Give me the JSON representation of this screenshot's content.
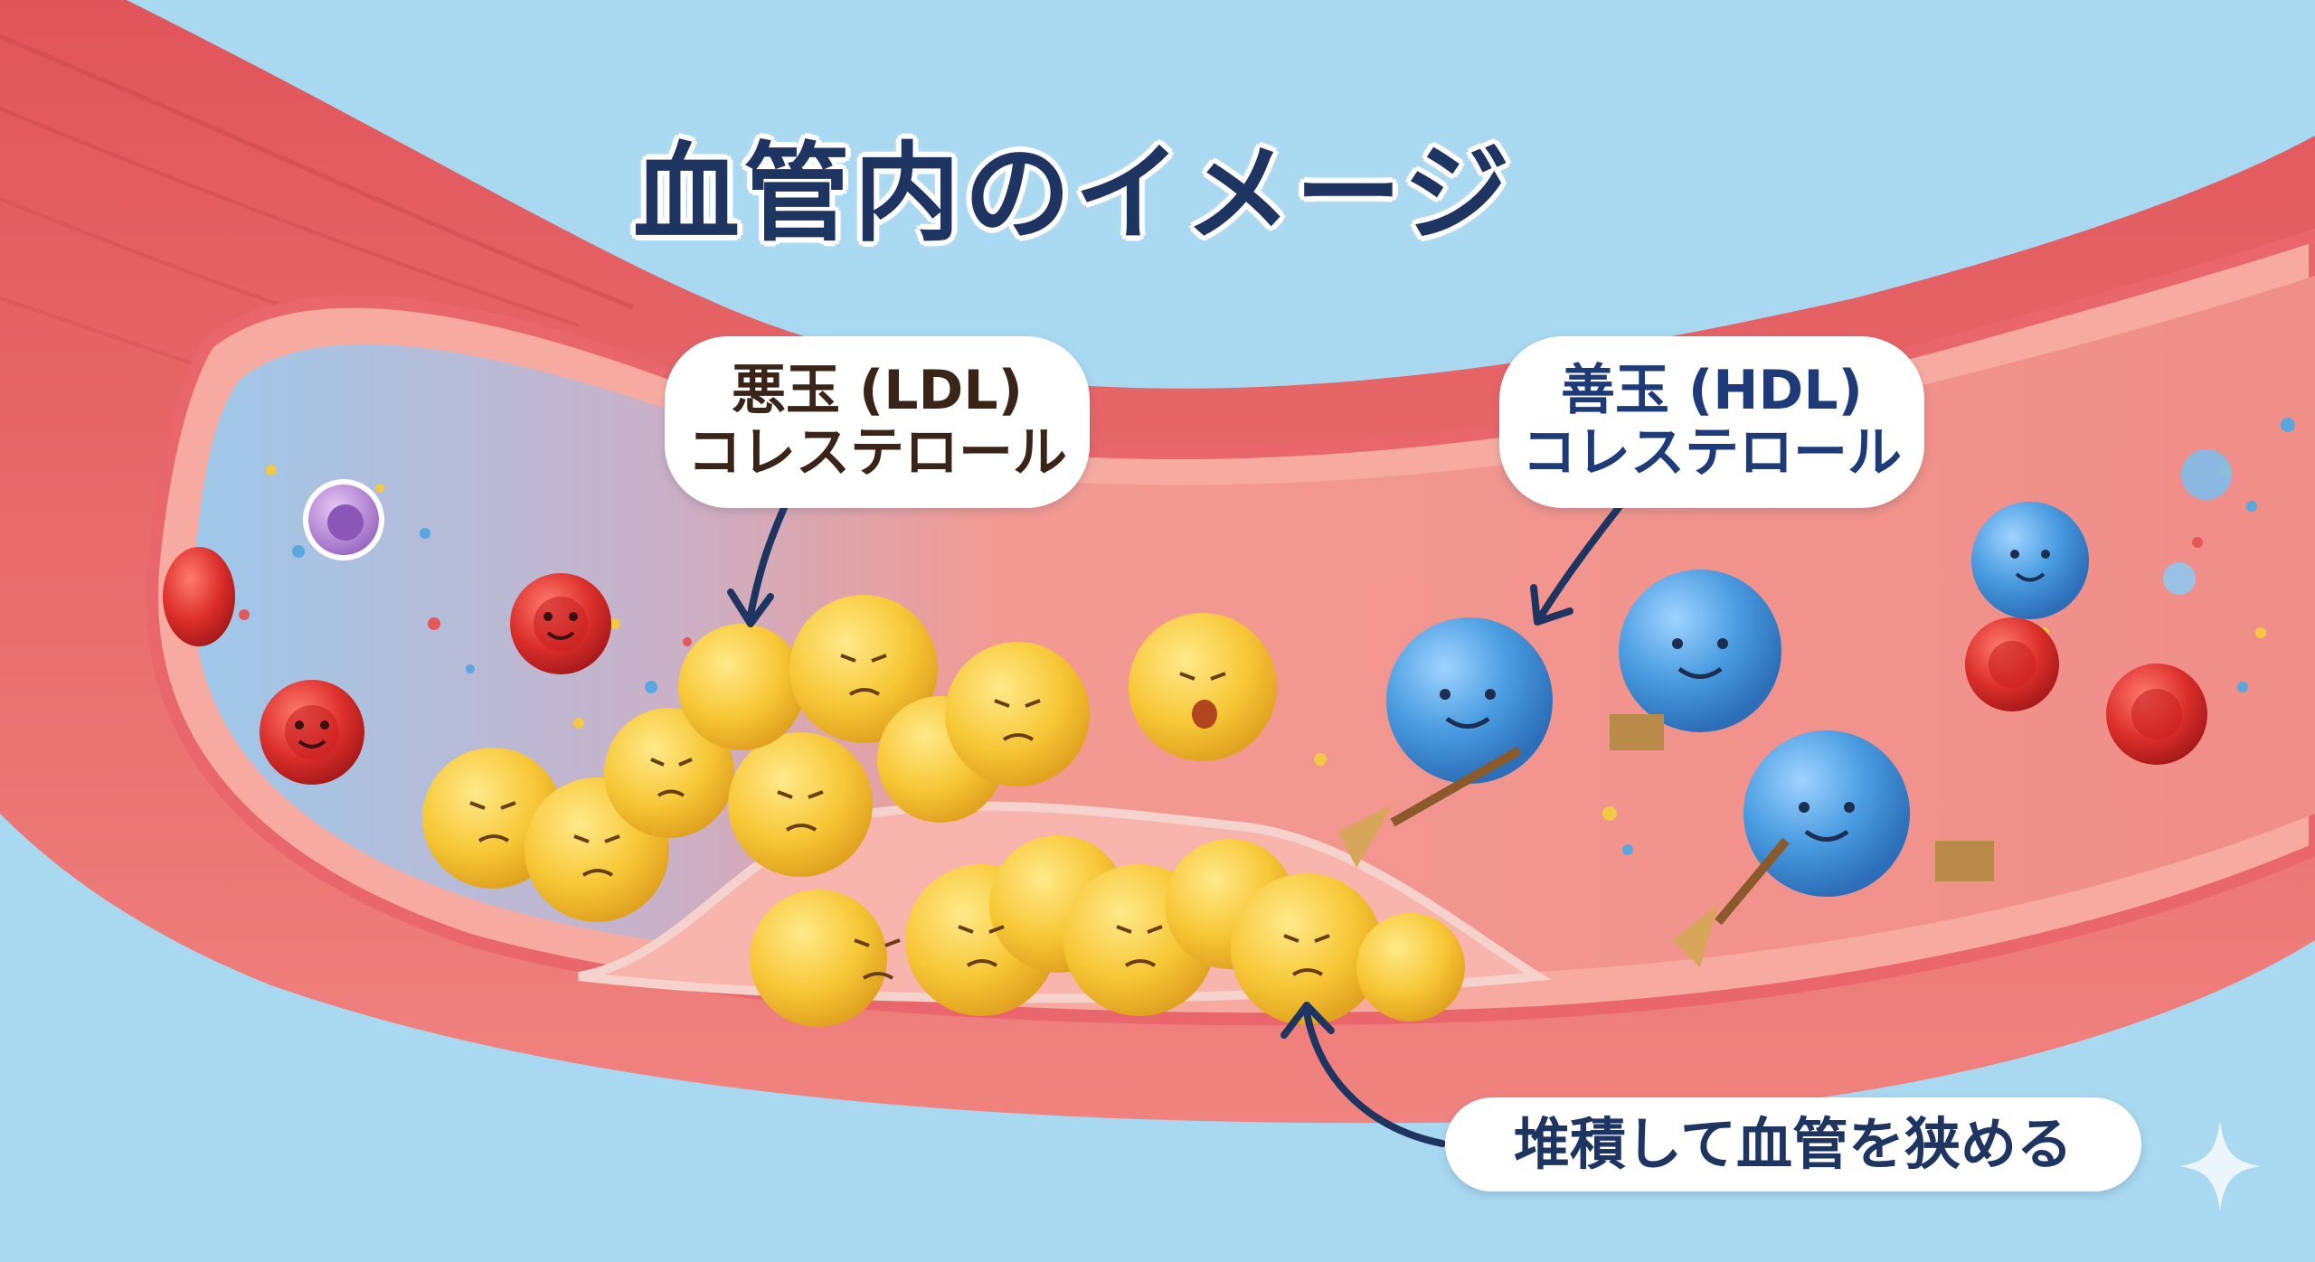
{
  "title": "血管内のイメージ",
  "labels": {
    "ldl": {
      "line1": "悪玉 (LDL)",
      "line2": "コレステロール"
    },
    "hdl": {
      "line1": "善玉 (HDL)",
      "line2": "コレステロール"
    },
    "plaque": "堆積して血管を狭める"
  },
  "icons": [
    "sparkle-icon"
  ],
  "colors": {
    "background": "#a9d8f1",
    "vessel_wall": "#e35a5e",
    "vessel_inner": "#f08a86",
    "ldl_particle": "#f5c53a",
    "hdl_particle": "#3f95dc",
    "red_blood_cell": "#d42a2a",
    "white_blood_cell": "#8a56b8",
    "title_text": "#1f3561"
  }
}
